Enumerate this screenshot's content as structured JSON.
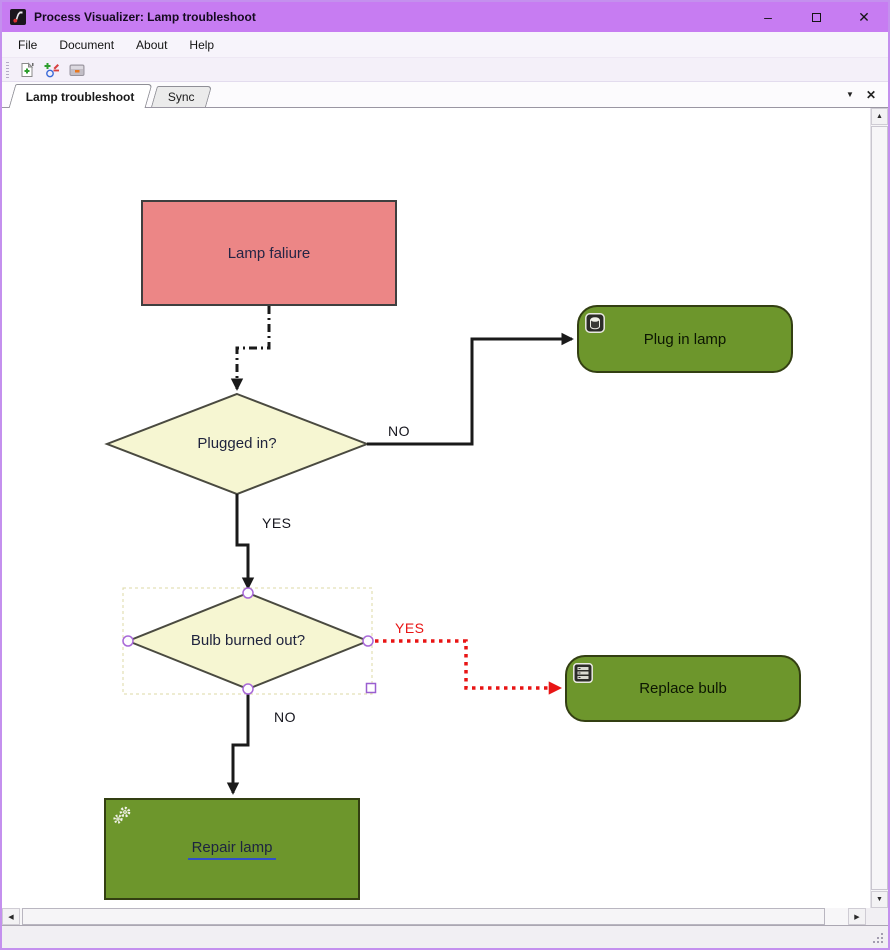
{
  "window": {
    "title": "Process Visualizer: Lamp troubleshoot",
    "minimize_glyph": "–",
    "close_glyph": "✕"
  },
  "menu": {
    "items": [
      "File",
      "Document",
      "About",
      "Help"
    ]
  },
  "toolbar": {
    "icon_names": [
      "new-document-icon",
      "edit-shapes-icon",
      "panel-icon"
    ]
  },
  "tab_strip": {
    "tabs": [
      {
        "label": "Lamp troubleshoot",
        "active": true
      },
      {
        "label": "Sync",
        "active": false
      }
    ],
    "menu_arrow_glyph": "▼",
    "close_glyph": "✕"
  },
  "scrollbars": {
    "up_glyph": "▲",
    "down_glyph": "▼",
    "left_glyph": "◀",
    "right_glyph": "▶"
  },
  "diagram": {
    "nodes": {
      "lamp_failure": {
        "label": "Lamp faliure",
        "type": "process",
        "fill": "#ec8686"
      },
      "plugged_in": {
        "label": "Plugged in?",
        "type": "decision",
        "fill": "#f6f6d2"
      },
      "plug_in_lamp": {
        "label": "Plug in lamp",
        "type": "action",
        "fill": "#6d962c",
        "icon": "database-icon"
      },
      "bulb_burned_out": {
        "label": "Bulb burned out?",
        "type": "decision",
        "fill": "#f6f6d2",
        "selected": true
      },
      "replace_bulb": {
        "label": "Replace bulb",
        "type": "action",
        "fill": "#6d962c",
        "icon": "server-icon"
      },
      "repair_lamp": {
        "label": "Repair lamp",
        "type": "action-link",
        "fill": "#6d962c",
        "icon": "gears-icon"
      }
    },
    "edges": [
      {
        "from": "lamp_failure",
        "to": "plugged_in",
        "style": "dash-dot-black",
        "label": ""
      },
      {
        "from": "plugged_in",
        "to": "plug_in_lamp",
        "style": "solid-black",
        "label": "NO"
      },
      {
        "from": "plugged_in",
        "to": "bulb_burned_out",
        "style": "solid-black",
        "label": "YES"
      },
      {
        "from": "bulb_burned_out",
        "to": "replace_bulb",
        "style": "dotted-red",
        "label": "YES"
      },
      {
        "from": "bulb_burned_out",
        "to": "repair_lamp",
        "style": "solid-black",
        "label": "NO"
      }
    ],
    "colors": {
      "edge_black": "#1a1a1a",
      "edge_red": "#e81515",
      "selection_purple": "#a868d8",
      "link_underline": "#3050c8",
      "titlebar_purple": "#c77cf2"
    }
  }
}
